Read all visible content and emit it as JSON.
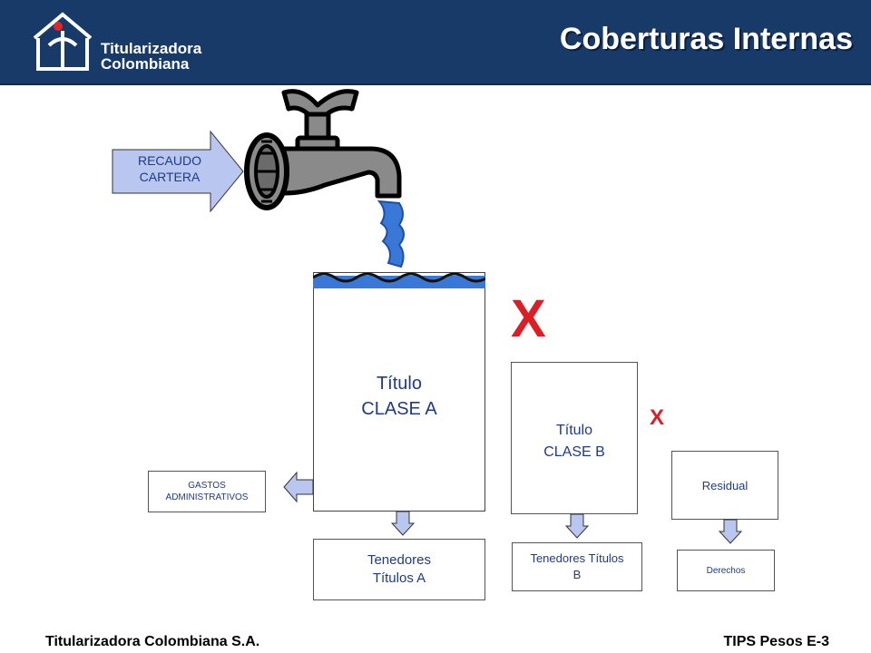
{
  "header": {
    "logo_line1": "Titularizadora",
    "logo_line2": "Colombiana",
    "title": "Coberturas Internas"
  },
  "diagram": {
    "recaudo_line1": "RECAUDO",
    "recaudo_line2": "CARTERA",
    "tank_a_line1": "Título",
    "tank_a_line2": "CLASE A",
    "tank_b_line1": "Título",
    "tank_b_line2": "CLASE B",
    "gastos_line1": "GASTOS",
    "gastos_line2": "ADMINISTRATIVOS",
    "residual": "Residual",
    "tenedores_a_line1": "Tenedores",
    "tenedores_a_line2": "Títulos A",
    "tenedores_b_line1": "Tenedores Títulos",
    "tenedores_b_line2": "B",
    "derechos": "Derechos",
    "mark_big": "X",
    "mark_small": "X"
  },
  "footer": {
    "left": "Titularizadora Colombiana S.A.",
    "right": "TIPS Pesos E-3"
  },
  "colors": {
    "header_bg": "#183a69",
    "water": "#3a78d8",
    "arrow_fill": "#b8c6f0",
    "red_x": "#dc1f26",
    "text_blue": "#1e3a8a"
  }
}
